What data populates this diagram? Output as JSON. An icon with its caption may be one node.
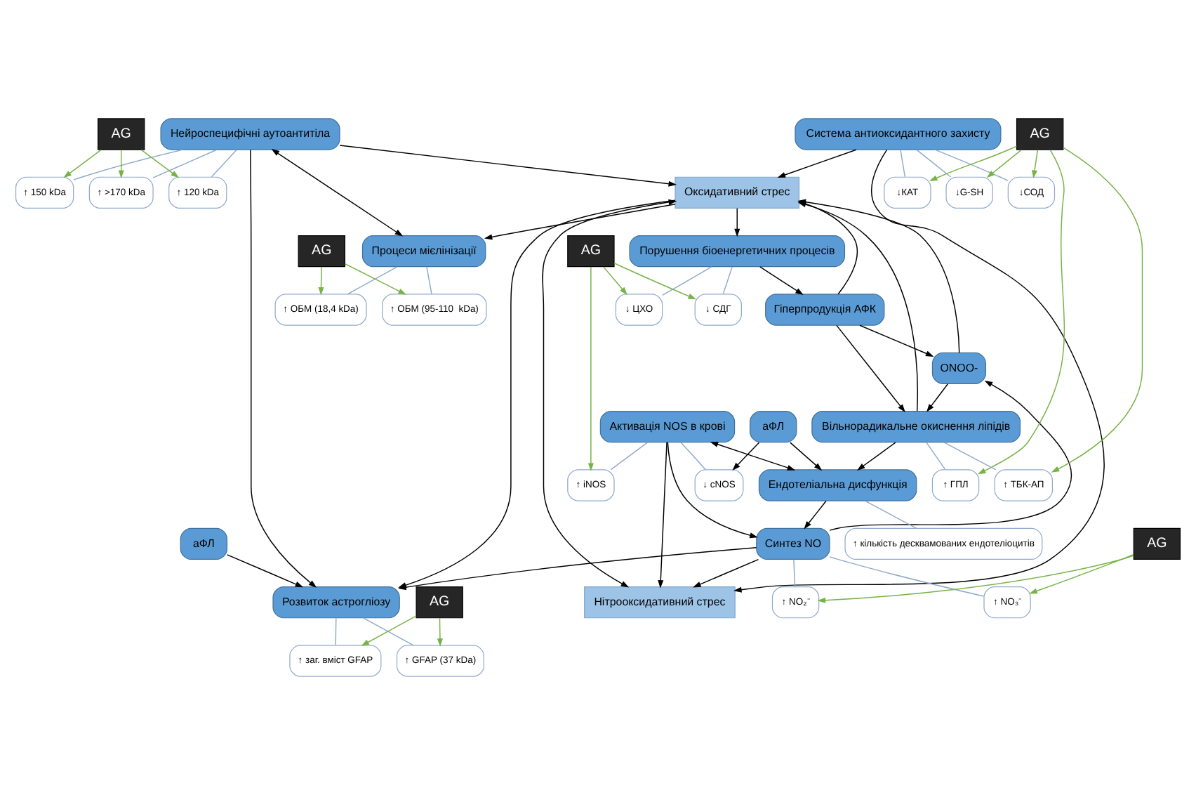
{
  "diagram": {
    "nodes": [
      {
        "text": [
          "Нейроспецифічні аутоантитіла"
        ]
      },
      {
        "text": [
          "↑ 120 kDa"
        ]
      },
      {
        "text": [
          "↑ 150 kDa"
        ]
      },
      {
        "text": [
          "↑ >170 kDa"
        ]
      },
      {
        "text": [
          "AG"
        ]
      },
      {
        "text": [
          "аФЛ"
        ]
      },
      {
        "text": [
          "Система антиоксидантного захисту"
        ]
      },
      {
        "text": [
          "↓СОД"
        ]
      },
      {
        "text": [
          "↓КАТ"
        ]
      },
      {
        "text": [
          "↓G-SH"
        ]
      },
      {
        "text": [
          "Оксидативний стрес"
        ]
      },
      {
        "text": [
          "Нітрооксидативний стрес"
        ]
      },
      {
        "text": [
          "Розвиток астрогліозу"
        ]
      },
      {
        "text": [
          "Синтез NO"
        ]
      },
      {
        "text": [
          "AG"
        ]
      },
      {
        "text": [
          "Вільнорадикальне окиснення ліпідів"
        ]
      },
      {
        "text": [
          "↑ заг. вміст GFAP"
        ]
      },
      {
        "text": [
          "AG"
        ]
      },
      {
        "text": [
          "↑ NO₂⁻"
        ]
      },
      {
        "text": [
          "AG"
        ]
      },
      {
        "text": [
          "↑ ГПЛ"
        ]
      },
      {
        "text": [
          "ONOO-"
        ]
      },
      {
        "text": [
          "↑ NO₃⁻"
        ]
      },
      {
        "text": [
          "↑ GFAP (37 kDa)"
        ]
      },
      {
        "text": [
          "↑ ТБК-АП"
        ]
      },
      {
        "text": [
          "Порушення біоенергетичних процесів"
        ]
      },
      {
        "text": [
          "Процеси мієлінізації"
        ]
      },
      {
        "text": [
          "AG"
        ]
      },
      {
        "text": [
          "Активація NOS в крові"
        ]
      },
      {
        "text": [
          "Ендотеліальна дисфункція"
        ]
      },
      {
        "text": [
          "↓ СДГ"
        ]
      },
      {
        "text": [
          "Гіперпродукція АФК"
        ]
      },
      {
        "text": [
          "↑ ОБМ (95-110  kDa)"
        ]
      },
      {
        "text": [
          "↓ ЦХО"
        ]
      },
      {
        "text": [
          "↓ cNOS"
        ]
      },
      {
        "text": [
          "↑ кількість десквамованих ендотеліоцитів"
        ]
      },
      {
        "text": [
          "AG"
        ]
      },
      {
        "text": [
          "↑ iNOS"
        ]
      },
      {
        "text": [
          "↑ ОБМ (18,4 kDa)"
        ]
      },
      {
        "text": [
          "аФЛ"
        ]
      }
    ],
    "edges": [
      {
        "from": 0,
        "to": 12,
        "arrow": "to"
      },
      {
        "from": 5,
        "to": 12,
        "arrow": "to"
      },
      {
        "from": 0,
        "to": 10,
        "arrow": "to"
      },
      {
        "from": 6,
        "to": 10,
        "arrow": "to"
      },
      {
        "from": 6,
        "to": 11,
        "arrow": "to"
      },
      {
        "from": 10,
        "to": 11,
        "arrow": "both"
      },
      {
        "from": 10,
        "to": 12,
        "arrow": "to"
      },
      {
        "from": 13,
        "to": 12,
        "arrow": "to"
      },
      {
        "from": 13,
        "to": 11,
        "arrow": "to"
      },
      {
        "from": 0,
        "to": 26,
        "arrow": "both"
      },
      {
        "from": 10,
        "to": 26,
        "arrow": "to"
      },
      {
        "from": 10,
        "to": 25,
        "arrow": "to"
      },
      {
        "from": 31,
        "to": 10,
        "arrow": "to"
      },
      {
        "from": 31,
        "to": 15,
        "arrow": "to"
      },
      {
        "from": 15,
        "to": 10,
        "arrow": "to"
      },
      {
        "from": 21,
        "to": 10,
        "arrow": "to"
      },
      {
        "from": 21,
        "to": 15,
        "arrow": "to"
      },
      {
        "from": 15,
        "to": 29,
        "arrow": "to"
      },
      {
        "from": 31,
        "to": 21,
        "arrow": "to"
      },
      {
        "from": 25,
        "to": 31,
        "arrow": "to"
      },
      {
        "from": 28,
        "to": 11,
        "arrow": "to"
      },
      {
        "from": 13,
        "to": 21,
        "arrow": "to"
      },
      {
        "from": 28,
        "to": 13,
        "arrow": "to"
      },
      {
        "from": 29,
        "to": 13,
        "arrow": "to"
      },
      {
        "from": 28,
        "to": 29,
        "arrow": "both"
      },
      {
        "from": 39,
        "to": 34,
        "arrow": "to"
      },
      {
        "from": 39,
        "to": 29,
        "arrow": "to"
      },
      {
        "from": 0,
        "to": 1,
        "arrow": "none",
        "color": "#8faacc"
      },
      {
        "from": 0,
        "to": 2,
        "arrow": "none",
        "color": "#8faacc"
      },
      {
        "from": 0,
        "to": 3,
        "arrow": "none",
        "color": "#8faacc"
      },
      {
        "from": 6,
        "to": 7,
        "arrow": "none",
        "color": "#8faacc"
      },
      {
        "from": 6,
        "to": 8,
        "arrow": "none",
        "color": "#8faacc"
      },
      {
        "from": 6,
        "to": 9,
        "arrow": "none",
        "color": "#8faacc"
      },
      {
        "from": 12,
        "to": 16,
        "arrow": "none",
        "color": "#8faacc"
      },
      {
        "from": 12,
        "to": 23,
        "arrow": "none",
        "color": "#8faacc"
      },
      {
        "from": 13,
        "to": 18,
        "arrow": "none",
        "color": "#8faacc"
      },
      {
        "from": 13,
        "to": 22,
        "arrow": "none",
        "color": "#8faacc"
      },
      {
        "from": 15,
        "to": 20,
        "arrow": "none",
        "color": "#8faacc"
      },
      {
        "from": 15,
        "to": 24,
        "arrow": "none",
        "color": "#8faacc"
      },
      {
        "from": 25,
        "to": 30,
        "arrow": "none",
        "color": "#8faacc"
      },
      {
        "from": 25,
        "to": 33,
        "arrow": "none",
        "color": "#8faacc"
      },
      {
        "from": 26,
        "to": 32,
        "arrow": "none",
        "color": "#8faacc"
      },
      {
        "from": 26,
        "to": 38,
        "arrow": "none",
        "color": "#8faacc"
      },
      {
        "from": 28,
        "to": 34,
        "arrow": "none",
        "color": "#8faacc"
      },
      {
        "from": 28,
        "to": 37,
        "arrow": "none",
        "color": "#8faacc"
      },
      {
        "from": 29,
        "to": 35,
        "arrow": "none",
        "color": "#8faacc"
      },
      {
        "from": 4,
        "to": 1,
        "arrow": "to",
        "color": "#77b347"
      },
      {
        "from": 4,
        "to": 2,
        "arrow": "to",
        "color": "#77b347"
      },
      {
        "from": 4,
        "to": 3,
        "arrow": "to",
        "color": "#77b347"
      },
      {
        "from": 14,
        "to": 7,
        "arrow": "to",
        "color": "#77b347"
      },
      {
        "from": 14,
        "to": 8,
        "arrow": "to",
        "color": "#77b347"
      },
      {
        "from": 14,
        "to": 9,
        "arrow": "to",
        "color": "#77b347"
      },
      {
        "from": 14,
        "to": 20,
        "arrow": "to",
        "color": "#77b347"
      },
      {
        "from": 14,
        "to": 24,
        "arrow": "to",
        "color": "#77b347"
      },
      {
        "from": 17,
        "to": 16,
        "arrow": "to",
        "color": "#77b347"
      },
      {
        "from": 17,
        "to": 23,
        "arrow": "to",
        "color": "#77b347"
      },
      {
        "from": 19,
        "to": 18,
        "arrow": "to",
        "color": "#77b347"
      },
      {
        "from": 19,
        "to": 22,
        "arrow": "to",
        "color": "#77b347"
      },
      {
        "from": 27,
        "to": 32,
        "arrow": "to",
        "color": "#77b347"
      },
      {
        "from": 27,
        "to": 38,
        "arrow": "to",
        "color": "#77b347"
      },
      {
        "from": 36,
        "to": 30,
        "arrow": "to",
        "color": "#77b347"
      },
      {
        "from": 36,
        "to": 33,
        "arrow": "to",
        "color": "#77b347"
      },
      {
        "from": 36,
        "to": 37,
        "arrow": "to",
        "color": "#77b347"
      }
    ]
  }
}
